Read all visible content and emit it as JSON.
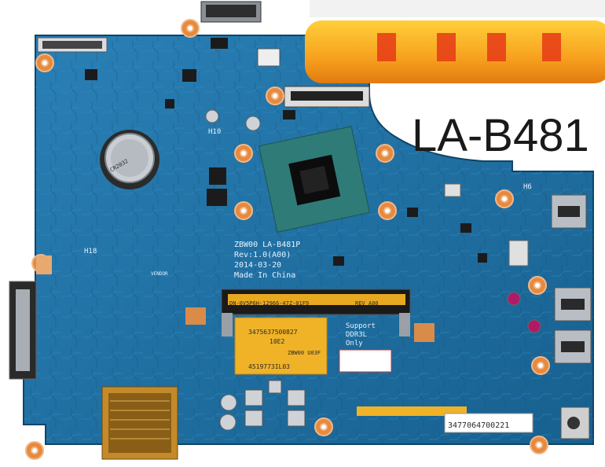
{
  "model_label": "LA-B481",
  "board": {
    "model_text": "ZBW00 LA-B481P",
    "revision": "Rev:1.0(A00)",
    "date": "2014-03-20",
    "origin": "Made In China",
    "vendor": "VENDOR",
    "h10": "H10",
    "h18": "H18",
    "h6": "H6",
    "battery_brand": "CR2032",
    "sticker_line1": "3475637500827",
    "sticker_line2": "10E2",
    "sticker_line3": "ZBW00 U03F",
    "sticker_line4": "4519773IL03",
    "support_line1": "Support",
    "support_line2": "DDR3L",
    "support_line3": "Only",
    "barcode_number": "3477064700221",
    "dn_label": "DN-0V5P6H-12966-47Z-01F9",
    "rev_label": "REV A00"
  },
  "colors": {
    "pcb": "#1f6fa3",
    "pcb_dark": "#175a87",
    "banner_orange": "#f7a11f",
    "banner_red": "#e53a16",
    "gold": "#e8a920",
    "sticker": "#f0b327"
  }
}
